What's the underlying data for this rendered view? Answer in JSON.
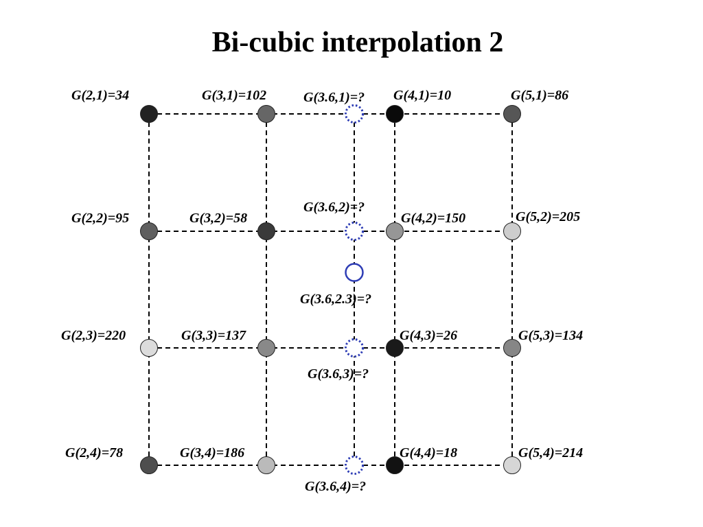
{
  "title": "Bi-cubic interpolation 2",
  "grid": {
    "x_values": [
      2,
      3,
      4,
      5
    ],
    "y_values": [
      1,
      2,
      3,
      4
    ]
  },
  "known_points": [
    {
      "x": 2,
      "y": 1,
      "value": 34,
      "label": "G(2,1)=34"
    },
    {
      "x": 3,
      "y": 1,
      "value": 102,
      "label": "G(3,1)=102"
    },
    {
      "x": 4,
      "y": 1,
      "value": 10,
      "label": "G(4,1)=10"
    },
    {
      "x": 5,
      "y": 1,
      "value": 86,
      "label": "G(5,1)=86"
    },
    {
      "x": 2,
      "y": 2,
      "value": 95,
      "label": "G(2,2)=95"
    },
    {
      "x": 3,
      "y": 2,
      "value": 58,
      "label": "G(3,2)=58"
    },
    {
      "x": 4,
      "y": 2,
      "value": 150,
      "label": "G(4,2)=150"
    },
    {
      "x": 5,
      "y": 2,
      "value": 205,
      "label": "G(5,2)=205"
    },
    {
      "x": 2,
      "y": 3,
      "value": 220,
      "label": "G(2,3)=220"
    },
    {
      "x": 3,
      "y": 3,
      "value": 137,
      "label": "G(3,3)=137"
    },
    {
      "x": 4,
      "y": 3,
      "value": 26,
      "label": "G(4,3)=26"
    },
    {
      "x": 5,
      "y": 3,
      "value": 134,
      "label": "G(5,3)=134"
    },
    {
      "x": 2,
      "y": 4,
      "value": 78,
      "label": "G(2,4)=78"
    },
    {
      "x": 3,
      "y": 4,
      "value": 186,
      "label": "G(3,4)=186"
    },
    {
      "x": 4,
      "y": 4,
      "value": 18,
      "label": "G(4,4)=18"
    },
    {
      "x": 5,
      "y": 4,
      "value": 214,
      "label": "G(5,4)=214"
    }
  ],
  "intermediate_points": [
    {
      "x": 3.6,
      "y": 1,
      "label": "G(3.6,1)=?"
    },
    {
      "x": 3.6,
      "y": 2,
      "label": "G(3.6,2)=?"
    },
    {
      "x": 3.6,
      "y": 3,
      "label": "G(3.6,3)=?"
    },
    {
      "x": 3.6,
      "y": 4,
      "label": "G(3.6,4)=?"
    }
  ],
  "target_point": {
    "x": 3.6,
    "y": 2.3,
    "label": "G(3.6,2.3)=?"
  },
  "colors": {
    "grid_line": "#000000",
    "dotted_circle": "#2e3db5",
    "target_circle": "#2e3db5",
    "node_stroke": "#222222"
  }
}
